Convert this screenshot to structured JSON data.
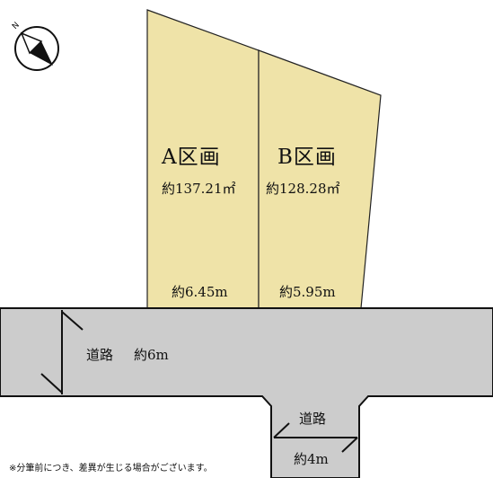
{
  "compass": {
    "icon": "north-arrow-icon",
    "letter": "N"
  },
  "lots": [
    {
      "name": "A区画",
      "area": "約137.21㎡",
      "frontage": "約6.45m",
      "color": "#efe3a8"
    },
    {
      "name": "B区画",
      "area": "約128.28㎡",
      "frontage": "約5.95m",
      "color": "#efe3a8"
    }
  ],
  "roads": {
    "main": {
      "label": "道路",
      "width": "約6m",
      "color": "#cccccc"
    },
    "branch": {
      "label": "道路",
      "width": "約4m",
      "color": "#cccccc"
    }
  },
  "note": "※分筆前につき、差異が生じる場合がございます。"
}
